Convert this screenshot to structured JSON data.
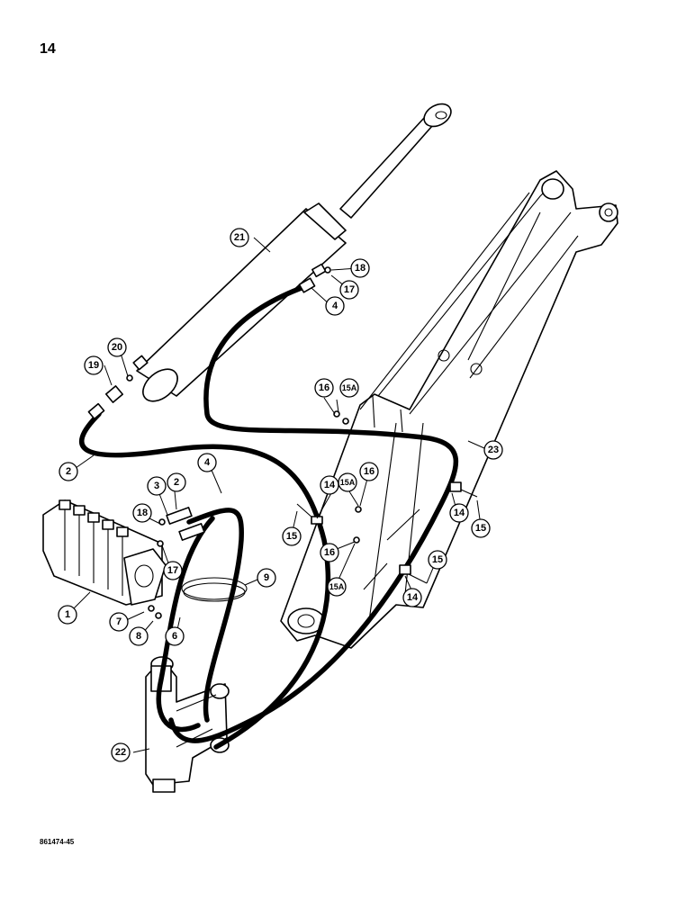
{
  "page_number": "14",
  "figure_code": "861474-45",
  "callouts": [
    {
      "id": "c1",
      "label": "1"
    },
    {
      "id": "c2a",
      "label": "2"
    },
    {
      "id": "c2b",
      "label": "2"
    },
    {
      "id": "c3",
      "label": "3"
    },
    {
      "id": "c4a",
      "label": "4"
    },
    {
      "id": "c4b",
      "label": "4"
    },
    {
      "id": "c6",
      "label": "6"
    },
    {
      "id": "c7",
      "label": "7"
    },
    {
      "id": "c8",
      "label": "8"
    },
    {
      "id": "c9",
      "label": "9"
    },
    {
      "id": "c14a",
      "label": "14"
    },
    {
      "id": "c14b",
      "label": "14"
    },
    {
      "id": "c14c",
      "label": "14"
    },
    {
      "id": "c15a",
      "label": "15"
    },
    {
      "id": "c15b",
      "label": "15"
    },
    {
      "id": "c15c",
      "label": "15"
    },
    {
      "id": "c15Aa",
      "label": "15A"
    },
    {
      "id": "c15Ab",
      "label": "15A"
    },
    {
      "id": "c15Ac",
      "label": "15A"
    },
    {
      "id": "c16a",
      "label": "16"
    },
    {
      "id": "c16b",
      "label": "16"
    },
    {
      "id": "c16c",
      "label": "16"
    },
    {
      "id": "c17a",
      "label": "17"
    },
    {
      "id": "c17b",
      "label": "17"
    },
    {
      "id": "c18a",
      "label": "18"
    },
    {
      "id": "c18b",
      "label": "18"
    },
    {
      "id": "c19",
      "label": "19"
    },
    {
      "id": "c20",
      "label": "20"
    },
    {
      "id": "c21",
      "label": "21"
    },
    {
      "id": "c22",
      "label": "22"
    },
    {
      "id": "c23",
      "label": "23"
    }
  ]
}
